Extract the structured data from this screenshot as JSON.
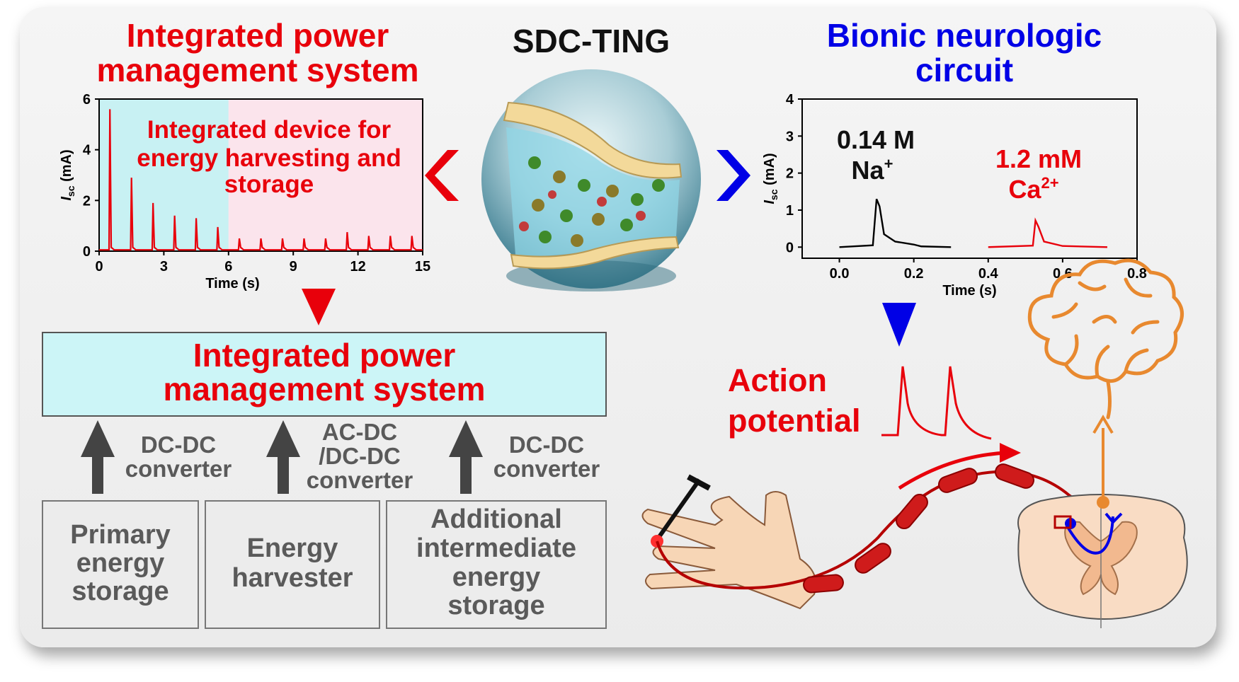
{
  "center_title": "SDC-TING",
  "left": {
    "title_line1": "Integrated power",
    "title_line2": "management system",
    "annotation_line1": "Integrated device for",
    "annotation_line2": "energy harvesting and",
    "annotation_line3": "storage",
    "box_line1": "Integrated power",
    "box_line2": "management system",
    "converters": [
      {
        "line1": "DC-DC",
        "line2": "converter"
      },
      {
        "line1": "AC-DC",
        "line2": "/DC-DC",
        "line3": "converter"
      },
      {
        "line1": "DC-DC",
        "line2": "converter"
      }
    ],
    "boxes": [
      {
        "line1": "Primary",
        "line2": "energy",
        "line3": "storage"
      },
      {
        "line1": "Energy",
        "line2": "harvester"
      },
      {
        "line1": "Additional",
        "line2": "intermediate",
        "line3": "energy",
        "line4": "storage"
      }
    ]
  },
  "right": {
    "title_line1": "Bionic neurologic",
    "title_line2": "circuit",
    "label_na_line1": "0.14 M",
    "label_na_line2": "Na",
    "label_na_sup": "+",
    "label_ca_line1": "1.2 mM",
    "label_ca_line2": "Ca",
    "label_ca_sup": "2+",
    "action_line1": "Action",
    "action_line2": "potential"
  },
  "colors": {
    "red": "#e8000b",
    "blue": "#0000e6",
    "cyan_box": "#ccf5f7",
    "gray_text": "#5a5a5a",
    "orange": "#e8892f"
  },
  "chart_data": [
    {
      "type": "line",
      "xlabel": "Time (s)",
      "ylabel": "I_sc (mA)",
      "ylabel_main": "I",
      "ylabel_sub": "sc",
      "ylabel_unit": " (mA)",
      "xlim": [
        0,
        15
      ],
      "ylim": [
        0,
        6
      ],
      "xticks": [
        "0",
        "3",
        "6",
        "9",
        "12",
        "15"
      ],
      "yticks": [
        "0",
        "2",
        "4",
        "6"
      ],
      "shaded_regions": [
        {
          "x": [
            0,
            6
          ],
          "color": "#c8f1f3"
        },
        {
          "x": [
            6,
            15
          ],
          "color": "#fbe4ec"
        }
      ],
      "series": [
        {
          "color": "#e8000b",
          "peaks_x": [
            0.5,
            1.5,
            2.5,
            3.5,
            4.5,
            5.5,
            6.5,
            7.5,
            8.5,
            9.5,
            10.5,
            11.5,
            12.5,
            13.5,
            14.5
          ],
          "peaks_y": [
            5.6,
            2.9,
            1.9,
            1.4,
            1.3,
            0.95,
            0.5,
            0.5,
            0.5,
            0.5,
            0.5,
            0.75,
            0.6,
            0.6,
            0.6
          ]
        }
      ]
    },
    {
      "type": "line",
      "xlabel": "Time (s)",
      "ylabel": "I_sc (mA)",
      "ylabel_main": "I",
      "ylabel_sub": "sc",
      "ylabel_unit": " (mA)",
      "xlim": [
        -0.1,
        0.8
      ],
      "ylim": [
        -0.3,
        4
      ],
      "xticks": [
        "0.0",
        "0.2",
        "0.4",
        "0.6",
        "0.8"
      ],
      "yticks": [
        "0",
        "1",
        "2",
        "3",
        "4"
      ],
      "series": [
        {
          "name": "0.14 M Na+",
          "color": "#000000",
          "x": [
            0.0,
            0.09,
            0.1,
            0.108,
            0.12,
            0.15,
            0.2,
            0.22,
            0.3
          ],
          "y": [
            0.0,
            0.05,
            1.3,
            1.1,
            0.35,
            0.15,
            0.07,
            0.02,
            0.0
          ]
        },
        {
          "name": "1.2 mM Ca2+",
          "color": "#e8000b",
          "x": [
            0.4,
            0.52,
            0.527,
            0.535,
            0.55,
            0.6,
            0.72
          ],
          "y": [
            0.0,
            0.04,
            0.72,
            0.55,
            0.15,
            0.03,
            0.0
          ]
        }
      ]
    }
  ]
}
